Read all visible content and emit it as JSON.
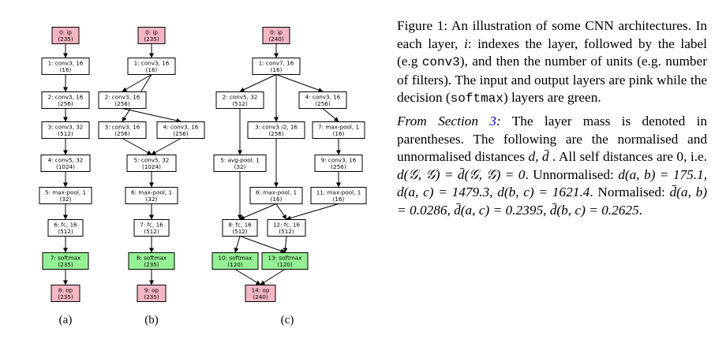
{
  "colors": {
    "io": "#f4b6c2",
    "softmax": "#95f095",
    "default": "#ffffff",
    "link": "#0000cc"
  },
  "networks": [
    {
      "label": "(a)",
      "nodes": [
        {
          "id": "a0",
          "text": "0: ip",
          "sub": "(235)",
          "kind": "io"
        },
        {
          "id": "a1",
          "text": "1: conv3, 16",
          "sub": "(16)",
          "kind": "default"
        },
        {
          "id": "a2",
          "text": "2: conv3, 16",
          "sub": "(256)",
          "kind": "default"
        },
        {
          "id": "a3",
          "text": "3: conv3, 32",
          "sub": "(512)",
          "kind": "default"
        },
        {
          "id": "a4",
          "text": "4: conv5, 32",
          "sub": "(1024)",
          "kind": "default"
        },
        {
          "id": "a5",
          "text": "5: max-pool, 1",
          "sub": "(32)",
          "kind": "default"
        },
        {
          "id": "a6",
          "text": "6: fc, 16",
          "sub": "(512)",
          "kind": "default"
        },
        {
          "id": "a7",
          "text": "7: softmax",
          "sub": "(235)",
          "kind": "softmax"
        },
        {
          "id": "a8",
          "text": "8: op",
          "sub": "(235)",
          "kind": "io"
        }
      ],
      "edges": [
        [
          "a0",
          "a1"
        ],
        [
          "a1",
          "a2"
        ],
        [
          "a2",
          "a3"
        ],
        [
          "a3",
          "a4"
        ],
        [
          "a4",
          "a5"
        ],
        [
          "a5",
          "a6"
        ],
        [
          "a6",
          "a7"
        ],
        [
          "a7",
          "a8"
        ]
      ]
    },
    {
      "label": "(b)",
      "nodes": [
        {
          "id": "b0",
          "text": "0: ip",
          "sub": "(235)",
          "kind": "io"
        },
        {
          "id": "b1",
          "text": "1: conv3, 16",
          "sub": "(16)",
          "kind": "default"
        },
        {
          "id": "b2",
          "text": "2: conv3, 16",
          "sub": "(256)",
          "kind": "default"
        },
        {
          "id": "b3",
          "text": "3: conv3, 16",
          "sub": "(256)",
          "kind": "default"
        },
        {
          "id": "b4",
          "text": "4: conv3, 16",
          "sub": "(256)",
          "kind": "default"
        },
        {
          "id": "b5",
          "text": "5: conv5, 32",
          "sub": "(1024)",
          "kind": "default"
        },
        {
          "id": "b6",
          "text": "6: max-pool, 1",
          "sub": "(32)",
          "kind": "default"
        },
        {
          "id": "b7",
          "text": "7: fc, 16",
          "sub": "(512)",
          "kind": "default"
        },
        {
          "id": "b8",
          "text": "8: softmax",
          "sub": "(235)",
          "kind": "softmax"
        },
        {
          "id": "b9",
          "text": "9: op",
          "sub": "(235)",
          "kind": "io"
        }
      ],
      "edges": [
        [
          "b0",
          "b1"
        ],
        [
          "b1",
          "b2"
        ],
        [
          "b1",
          "b3"
        ],
        [
          "b2",
          "b4"
        ],
        [
          "b3",
          "b5"
        ],
        [
          "b4",
          "b5"
        ],
        [
          "b5",
          "b6"
        ],
        [
          "b6",
          "b7"
        ],
        [
          "b7",
          "b8"
        ],
        [
          "b8",
          "b9"
        ]
      ]
    },
    {
      "label": "(c)",
      "nodes": [
        {
          "id": "c0",
          "text": "0: ip",
          "sub": "(240)",
          "kind": "io"
        },
        {
          "id": "c1",
          "text": "1: conv7, 16",
          "sub": "(16)",
          "kind": "default"
        },
        {
          "id": "c2",
          "text": "2: conv5, 32",
          "sub": "(512)",
          "kind": "default"
        },
        {
          "id": "c3",
          "text": "3: conv3 /2, 16",
          "sub": "(256)",
          "kind": "default"
        },
        {
          "id": "c4",
          "text": "4: conv3, 16",
          "sub": "(256)",
          "kind": "default"
        },
        {
          "id": "c5",
          "text": "5: avg-pool, 1",
          "sub": "(32)",
          "kind": "default"
        },
        {
          "id": "c6",
          "text": "6: max-pool, 1",
          "sub": "(16)",
          "kind": "default"
        },
        {
          "id": "c7",
          "text": "7: max-pool, 1",
          "sub": "(16)",
          "kind": "default"
        },
        {
          "id": "c8",
          "text": "8: fc, 16",
          "sub": "(512)",
          "kind": "default"
        },
        {
          "id": "c9",
          "text": "9: conv3, 16",
          "sub": "(256)",
          "kind": "default"
        },
        {
          "id": "c10",
          "text": "10: softmax",
          "sub": "(120)",
          "kind": "softmax"
        },
        {
          "id": "c11",
          "text": "11: max-pool, 1",
          "sub": "(16)",
          "kind": "default"
        },
        {
          "id": "c12",
          "text": "12: fc, 16",
          "sub": "(512)",
          "kind": "default"
        },
        {
          "id": "c13",
          "text": "13: softmax",
          "sub": "(120)",
          "kind": "softmax"
        },
        {
          "id": "c14",
          "text": "14: op",
          "sub": "(240)",
          "kind": "io"
        }
      ],
      "edges": [
        [
          "c0",
          "c1"
        ],
        [
          "c1",
          "c2"
        ],
        [
          "c1",
          "c3"
        ],
        [
          "c1",
          "c4"
        ],
        [
          "c2",
          "c5"
        ],
        [
          "c3",
          "c6"
        ],
        [
          "c4",
          "c7"
        ],
        [
          "c5",
          "c8"
        ],
        [
          "c6",
          "c8"
        ],
        [
          "c6",
          "c12"
        ],
        [
          "c7",
          "c9"
        ],
        [
          "c9",
          "c11"
        ],
        [
          "c11",
          "c12"
        ],
        [
          "c8",
          "c10"
        ],
        [
          "c8",
          "c13"
        ],
        [
          "c12",
          "c13"
        ],
        [
          "c10",
          "c14"
        ],
        [
          "c13",
          "c14"
        ]
      ]
    }
  ],
  "caption": {
    "fig_label": "Figure 1:",
    "p1_a": " An illustration of some CNN architectures. In each layer, ",
    "p1_i": "i",
    "p1_b": ": indexes the layer, followed by the label (e.g ",
    "p1_code": "conv3",
    "p1_c": "), and then the number of units (e.g. number of filters). The input and output layers are pink while the decision (",
    "p1_code2": "softmax",
    "p1_d": ") layers are green.",
    "p2_from": "From Section ",
    "p2_ref": "3",
    "p2_colon": ":",
    "p2_a": " The layer mass is denoted in parentheses. The following are the normalised and unnormalised distances ",
    "p2_dd": "d, d̄",
    "p2_b": " . All self distances are 0, i.e. ",
    "p2_self": "d(𝒢, 𝒢) = d̄(𝒢, 𝒢) = 0",
    "p2_c": ". Unnormalised: ",
    "p2_u1": "d(a, b) = 175.1,",
    "p2_sp1": " ",
    "p2_u2": "d(a, c) = 1479.3,",
    "p2_sp2": " ",
    "p2_u3": "d(b, c) = 1621.4",
    "p2_d": ". Normalised: ",
    "p2_n1": "d̄(a, b) = 0.0286,",
    "p2_sp3": " ",
    "p2_n2": "d̄(a, c) = 0.2395,",
    "p2_sp4": " ",
    "p2_n3": "d̄(b, c) = 0.2625",
    "p2_end": "."
  }
}
